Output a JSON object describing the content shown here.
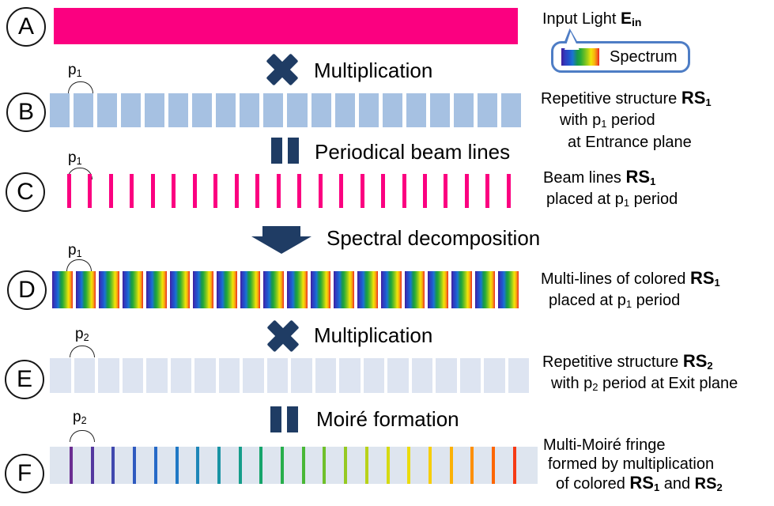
{
  "steps": {
    "a": "A",
    "b": "B",
    "c": "C",
    "d": "D",
    "e": "E",
    "f": "F"
  },
  "legend": {
    "prefix": "Input Light ",
    "symbol": "E",
    "symbol_sub": "in",
    "spectrum": "Spectrum"
  },
  "ops": {
    "multiply1": "Multiplication",
    "equals1": "Periodical beam lines",
    "arrow": "Spectral decomposition",
    "multiply2": "Multiplication",
    "equals2": "Moiré formation"
  },
  "plabels": {
    "p": "p",
    "s1": "1",
    "s2": "2"
  },
  "captions": {
    "b": {
      "l1a": "Repetitive structure ",
      "l1b": "RS",
      "l1bs": "1",
      "l2a": "with p",
      "l2as": "1",
      "l2b": " period",
      "l3": "at Entrance plane"
    },
    "c": {
      "l1a": "Beam lines ",
      "l1b": "RS",
      "l1bs": "1",
      "l2a": "placed at p",
      "l2as": "1",
      "l2b": " period"
    },
    "d": {
      "l1a": "Multi-lines of colored ",
      "l1b": "RS",
      "l1bs": "1",
      "l2a": "placed at p",
      "l2as": "1",
      "l2b": " period"
    },
    "e": {
      "l1a": "Repetitive structure ",
      "l1b": "RS",
      "l1bs": "2",
      "l2a": "with p",
      "l2as": "2",
      "l2b": " period at Exit plane"
    },
    "f": {
      "l1": "Multi-Moiré fringe",
      "l2": "formed by multiplication",
      "l3a": "of colored ",
      "l3b": "RS",
      "l3bs": "1",
      "l3c": " and ",
      "l3d": "RS",
      "l3ds": "2"
    }
  },
  "palette": {
    "pink": "#FB0080",
    "navy": "#1F3C64",
    "steel": "#A6C1E2",
    "pale": "#DDE4F1",
    "fringe": "#DEE5EF",
    "lborder": "#4E7DC5"
  },
  "bands": {
    "A": {
      "count": 1,
      "color": "#FB0080",
      "item_name": "input-light-fill"
    },
    "B": {
      "count": 20,
      "color": "#A6C1E2",
      "item_name": "rs1-bar"
    },
    "C": {
      "count": 22,
      "color": "#FB0080",
      "item_name": "beam-line"
    },
    "D": {
      "count": 20,
      "gradient": true,
      "item_name": "colored-rs1-bar"
    },
    "E": {
      "count": 20,
      "color": "#DDE4F1",
      "item_name": "rs2-bar"
    },
    "F": {
      "colors": [
        "#6B2D91",
        "#53379F",
        "#4048AE",
        "#2F5ABF",
        "#2569C7",
        "#1F78C5",
        "#1C86B8",
        "#1893A4",
        "#159D8A",
        "#16A56B",
        "#27AE4B",
        "#49B737",
        "#6FC02B",
        "#95C922",
        "#B8D21A",
        "#D5DA12",
        "#EBDC0D",
        "#F7CE09",
        "#FBB107",
        "#FC8F05",
        "#FD6603",
        "#F63A14"
      ],
      "item_name": "moire-fringe-line"
    }
  }
}
